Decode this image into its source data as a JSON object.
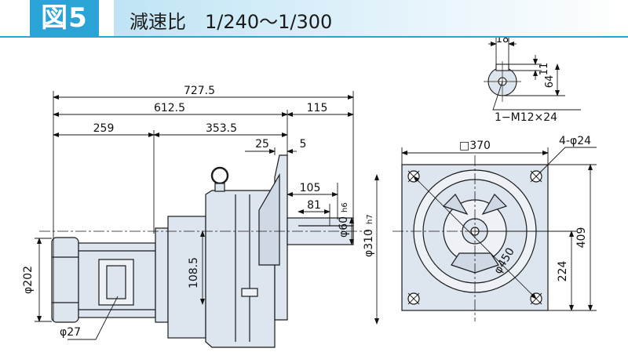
{
  "header": {
    "figure_label": "図5",
    "title": "減速比　1/240～1/300"
  },
  "dimensions": {
    "overall_length": "727.5",
    "body_length": "612.5",
    "shaft_protrusion": "115",
    "motor_length": "259",
    "gear_length": "353.5",
    "flange_offset": "25",
    "flange_thickness": "5",
    "shaft_length_105": "105",
    "key_length_81": "81",
    "shaft_diameter": "φ60",
    "shaft_tolerance": "h6",
    "spigot_diameter": "φ310",
    "spigot_tolerance": "h7",
    "center_height_side": "108.5",
    "motor_diameter": "φ202",
    "lifting_eye_diameter": "φ27",
    "flange_square": "□370",
    "bolt_holes": "4-φ24",
    "pcd": "φ450",
    "height_total": "409",
    "height_center": "224",
    "key_width": "18",
    "key_depth": "11",
    "shaft_height": "64",
    "tap": "1−M12×24"
  },
  "colors": {
    "accent": "#2aa3d6",
    "body_fill": "#dde5ef",
    "line": "#1a1a1a"
  }
}
